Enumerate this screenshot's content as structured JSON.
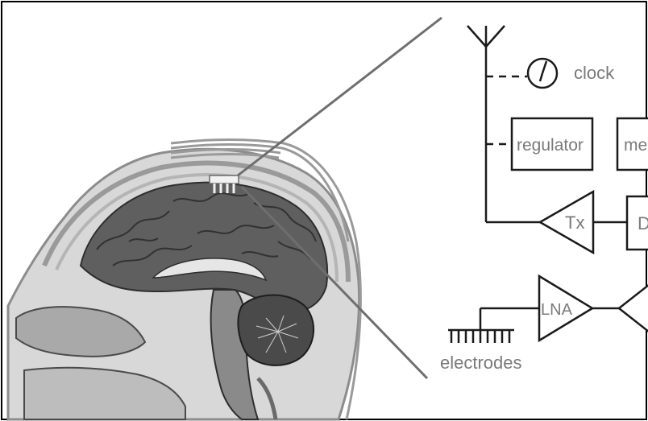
{
  "labels": {
    "clock": "clock",
    "regulator": "regulator",
    "memory_partial": "me",
    "tx": "Tx",
    "d_partial": "D",
    "lna": "LNA",
    "electrodes": "electrodes"
  },
  "colors": {
    "background": "#ffffff",
    "frame": "#000000",
    "circuit_line": "#1a1a1a",
    "label_text": "#7a7a7a",
    "zoom_lines": "#6e6e6e",
    "skull_outline": "#8c8c8c",
    "brain_fill": "#5f5f5f",
    "brain_dark": "#2e2e2e",
    "skin": "#cfcfcf"
  },
  "icons": {
    "antenna": "antenna-icon",
    "clock": "clock-icon",
    "implant": "implant-chip-icon",
    "electrode_array": "electrode-array-icon"
  }
}
